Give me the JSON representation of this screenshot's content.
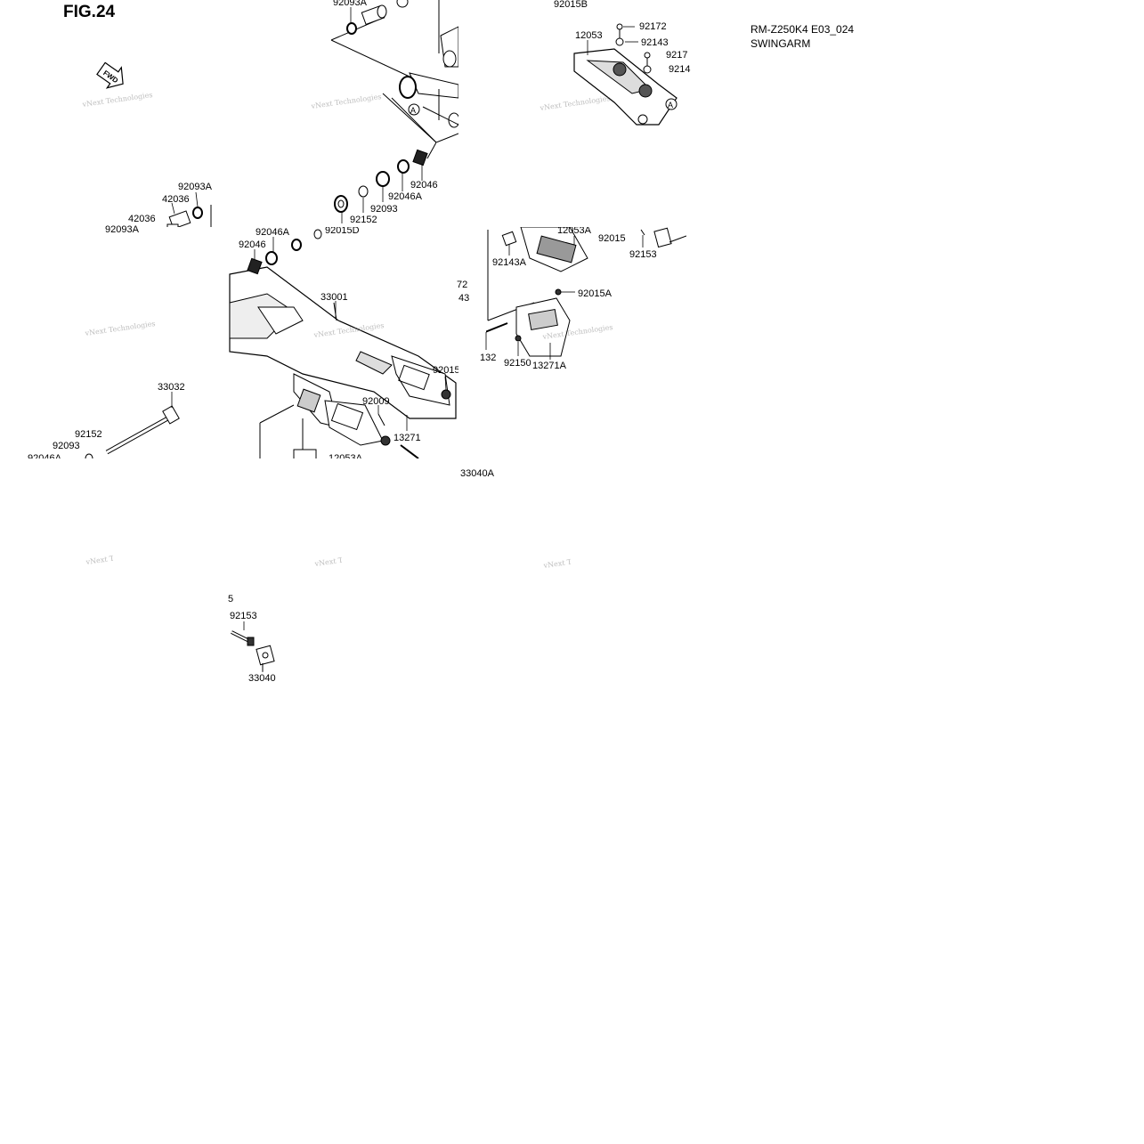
{
  "figure": {
    "title": "FIG.24"
  },
  "meta": {
    "model": "RM-Z250K4 E03_024",
    "section": "SWINGARM"
  },
  "watermark": "vNext Technologies",
  "arrow_label": "FWD",
  "callout_letter": "A",
  "labels": {
    "p92093A_top": "92093A",
    "p92015B": "92015B",
    "p92172_a": "92172",
    "p12053_top": "12053",
    "p92143_a": "92143",
    "p9217_cut": "9217",
    "p9214_cut": "9214",
    "p92093A_mid": "92093A",
    "p42036_a": "42036",
    "p42036_b": "42036",
    "p92093A_low": "92093A",
    "p92046_right": "92046",
    "p92046A_right": "92046A",
    "p92093_mid": "92093",
    "p92152_mid": "92152",
    "p92046A_left": "92046A",
    "p92046_left": "92046",
    "p92015D_cut": "92015D",
    "p12053A_top": "12053A",
    "p92015_r": "92015",
    "p92153_r": "92153",
    "p92143A": "92143A",
    "p72_cut": "72",
    "p43_cut": "43",
    "p92015A": "92015A",
    "p33001": "33001",
    "p132_cut": "132",
    "p92150": "92150",
    "p13271A": "13271A",
    "p92015_cut": "92015",
    "p92009": "92009",
    "p13271": "13271",
    "p33032": "33032",
    "p92152_low": "92152",
    "p92093_low": "92093",
    "p92046A_low": "92046A",
    "p12053A_low": "12053A",
    "p33040A": "33040A",
    "p5_cut": "5",
    "p92153_bot": "92153",
    "p33040": "33040"
  }
}
